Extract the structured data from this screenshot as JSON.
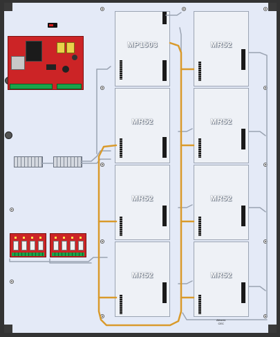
{
  "panels": [
    {
      "label": "MP1503"
    },
    {
      "label": "MR52"
    },
    {
      "label": "MR52"
    },
    {
      "label": "MR52"
    },
    {
      "label": "MR52"
    },
    {
      "label": "MR52"
    },
    {
      "label": "MR52"
    },
    {
      "label": "MR52"
    }
  ],
  "manufacturer_label": {
    "line1": "Altronix",
    "line2": "CEC"
  },
  "colors": {
    "enclosure": "#333333",
    "backplate": "#e4eaf7",
    "board": "#cc2426",
    "cable_power": "#d99a2b",
    "cable_data": "#9aa3b2"
  }
}
